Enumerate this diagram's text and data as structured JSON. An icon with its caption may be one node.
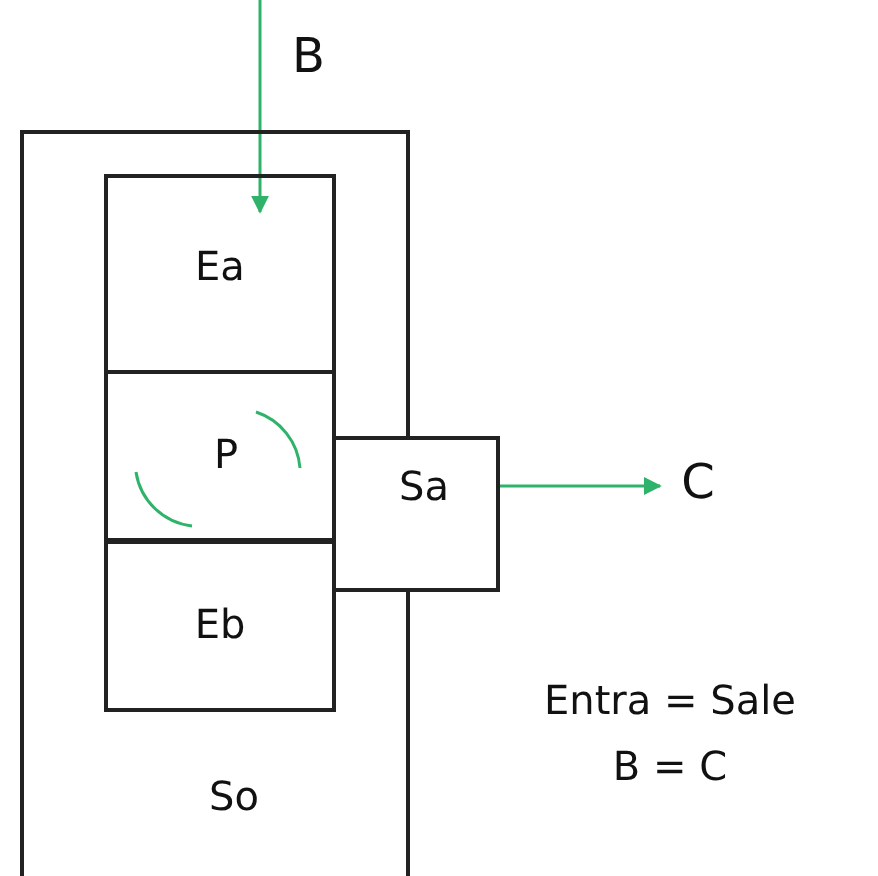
{
  "diagram": {
    "nodes": [
      {
        "text": [
          "So"
        ]
      },
      {
        "text": [
          "Ea"
        ],
        "in": 0
      },
      {
        "text": [
          "P"
        ],
        "in": 0
      },
      {
        "text": [
          "Eb"
        ],
        "in": 0
      },
      {
        "text": [
          "Sa"
        ]
      },
      {
        "text": [
          "C"
        ]
      }
    ],
    "edges": [
      {
        "from": null,
        "to": 1,
        "arrow": "to",
        "label": "B"
      },
      {
        "from": 4,
        "to": 5,
        "arrow": "to"
      }
    ],
    "labels": [
      "Entra = Sale",
      "B = C"
    ]
  }
}
